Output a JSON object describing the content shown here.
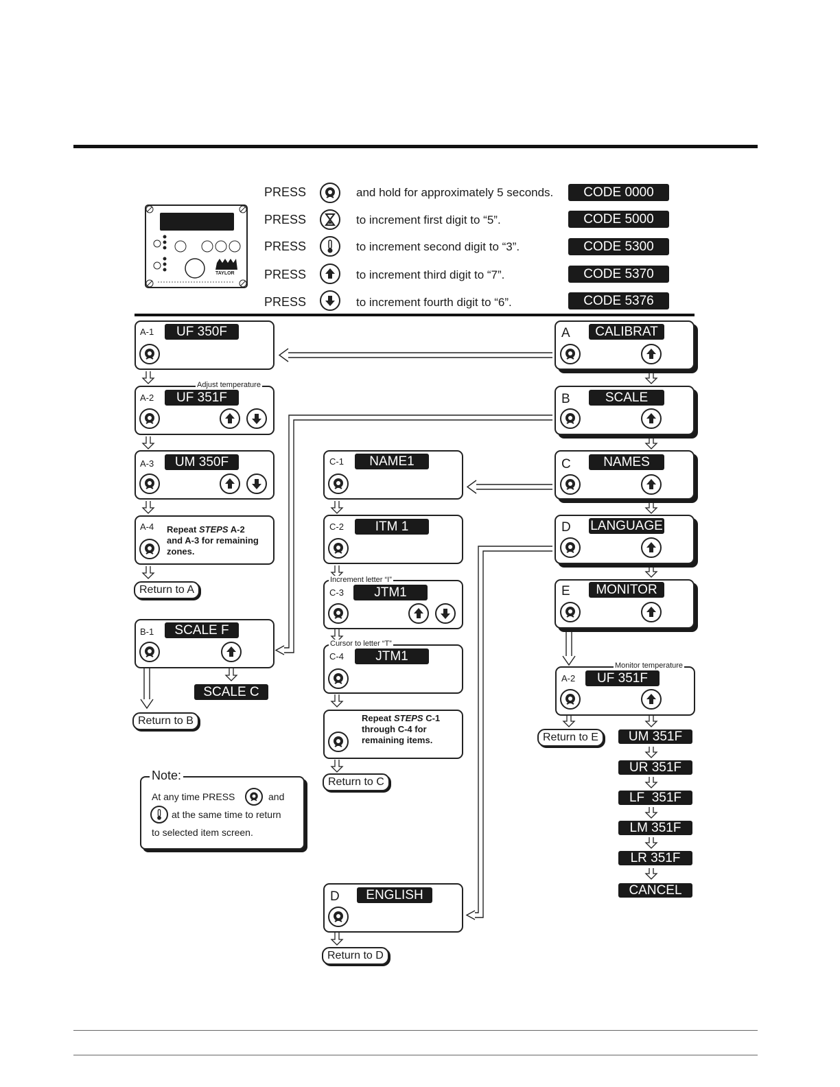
{
  "instructions": [
    {
      "press": "PRESS",
      "icon": "menu-icon",
      "text": "and hold for approximately 5 seconds.",
      "code": "CODE 0000"
    },
    {
      "press": "PRESS",
      "icon": "hourglass-icon",
      "text": "to increment first digit to “5”.",
      "code": "CODE 5000"
    },
    {
      "press": "PRESS",
      "icon": "thermometer-icon",
      "text": "to increment second digit to “3”.",
      "code": "CODE 5300"
    },
    {
      "press": "PRESS",
      "icon": "up-arrow-icon",
      "text": "to increment third digit to “7”.",
      "code": "CODE 5370"
    },
    {
      "press": "PRESS",
      "icon": "down-arrow-icon",
      "text": "to increment fourth digit to “6”.",
      "code": "CODE 5376"
    }
  ],
  "menu": {
    "A": {
      "letter": "A",
      "display": "CALIBRAT"
    },
    "B": {
      "letter": "B",
      "display": "SCALE"
    },
    "C": {
      "letter": "C",
      "display": "NAMES"
    },
    "D": {
      "letter": "D",
      "display": "LANGUAGE"
    },
    "E": {
      "letter": "E",
      "display": "MONITOR"
    }
  },
  "a_steps": {
    "a1": {
      "step": "A-1",
      "display": "UF 350F"
    },
    "a2": {
      "step": "A-2",
      "display": "UF 351F",
      "label": "Adjust temperature"
    },
    "a3": {
      "step": "A-3",
      "display": "UM 350F"
    },
    "a4": {
      "step": "A-4",
      "line1": "Repeat STEPS A-2",
      "line2": "and A-3 for remaining",
      "line3": "zones."
    },
    "return": "Return to A"
  },
  "b_steps": {
    "b1": {
      "step": "B-1",
      "display": "SCALE F"
    },
    "alt": "SCALE C",
    "return": "Return to B"
  },
  "c_steps": {
    "c1": {
      "step": "C-1",
      "display": "NAME1"
    },
    "c2": {
      "step": "C-2",
      "display": "ITM 1"
    },
    "c3": {
      "step": "C-3",
      "display": "JTM1",
      "label": "Increment letter “I”"
    },
    "c4": {
      "step": "C-4",
      "display": "JTM1",
      "label": "Cursor to letter “T”"
    },
    "c5": {
      "line1": "Repeat STEPS C-1",
      "line2": "through C-4 for",
      "line3": "remaining items."
    },
    "return": "Return to C"
  },
  "d_steps": {
    "d1": {
      "step": "D",
      "display": "ENGLISH"
    },
    "return": "Return to D"
  },
  "e_steps": {
    "e1": {
      "step": "A-2",
      "display": "UF 351F",
      "label": "Monitor temperature"
    },
    "return": "Return to E",
    "sequence": [
      "UM 351F",
      "UR 351F",
      "LF  351F",
      "LM 351F",
      "LR 351F",
      "CANCEL"
    ]
  },
  "note": {
    "title": "Note:",
    "line1a": "At any time PRESS",
    "line1b": "and",
    "line2": "at the same time to return",
    "line3": "to selected item screen."
  },
  "panel": {
    "brand": "TAYLOR"
  }
}
